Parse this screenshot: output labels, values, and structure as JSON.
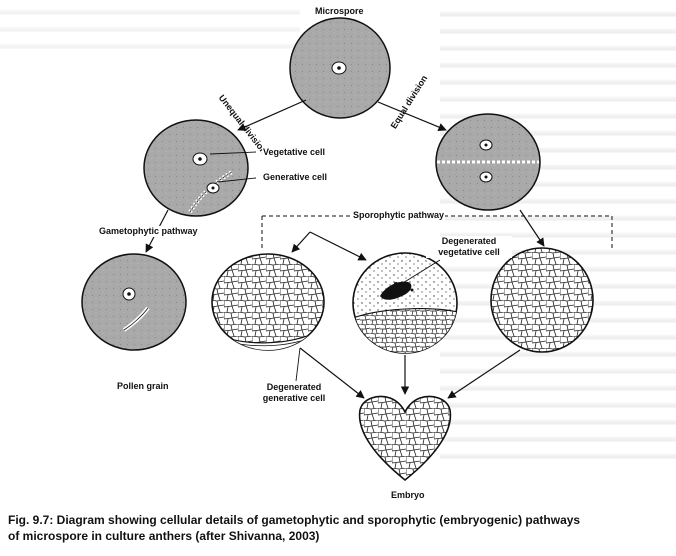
{
  "labels": {
    "microspore": "Microspore",
    "unequal_division": "Unequal division",
    "equal_division": "Equal division",
    "vegetative_cell": "Vegetative cell",
    "generative_cell": "Generative cell",
    "sporophytic_pathway": "Sporophytic pathway",
    "gametophytic_pathway": "Gametophytic pathway",
    "degenerated_vegetative_cell": "Degenerated vegetative cell",
    "pollen_grain": "Pollen grain",
    "degenerated_generative_cell": "Degenerated generative cell",
    "embryo": "Embryo"
  },
  "caption": {
    "line1": "Fig. 9.7: Diagram showing cellular details of gametophytic and sporophytic (embryogenic) pathways",
    "line2": "of microspore in culture anthers (after Shivanna, 2003)"
  },
  "colors": {
    "cell_fill": "#a9a9a9",
    "ink": "#111111",
    "background": "#ffffff"
  }
}
